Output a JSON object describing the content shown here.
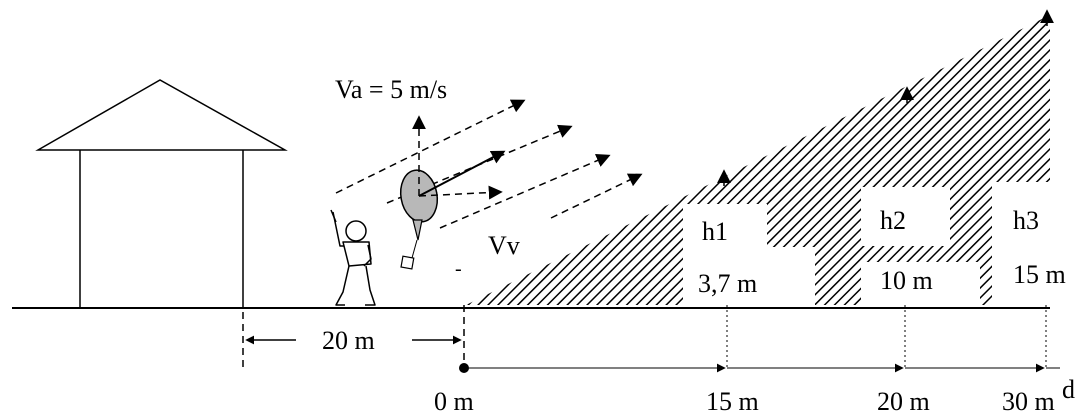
{
  "labels": {
    "wind_speed": "Va = 5 m/s",
    "balloon_velocity": "Vv",
    "house_distance": "20 m",
    "axis_name": "d"
  },
  "gaps": [
    {
      "height_label": "h1",
      "height_value": "3,7 m"
    },
    {
      "height_label": "h2",
      "height_value": "10 m"
    },
    {
      "height_label": "h3",
      "height_value": "15 m"
    }
  ],
  "axis_ticks": [
    "0 m",
    "15 m",
    "20 m",
    "30 m"
  ]
}
